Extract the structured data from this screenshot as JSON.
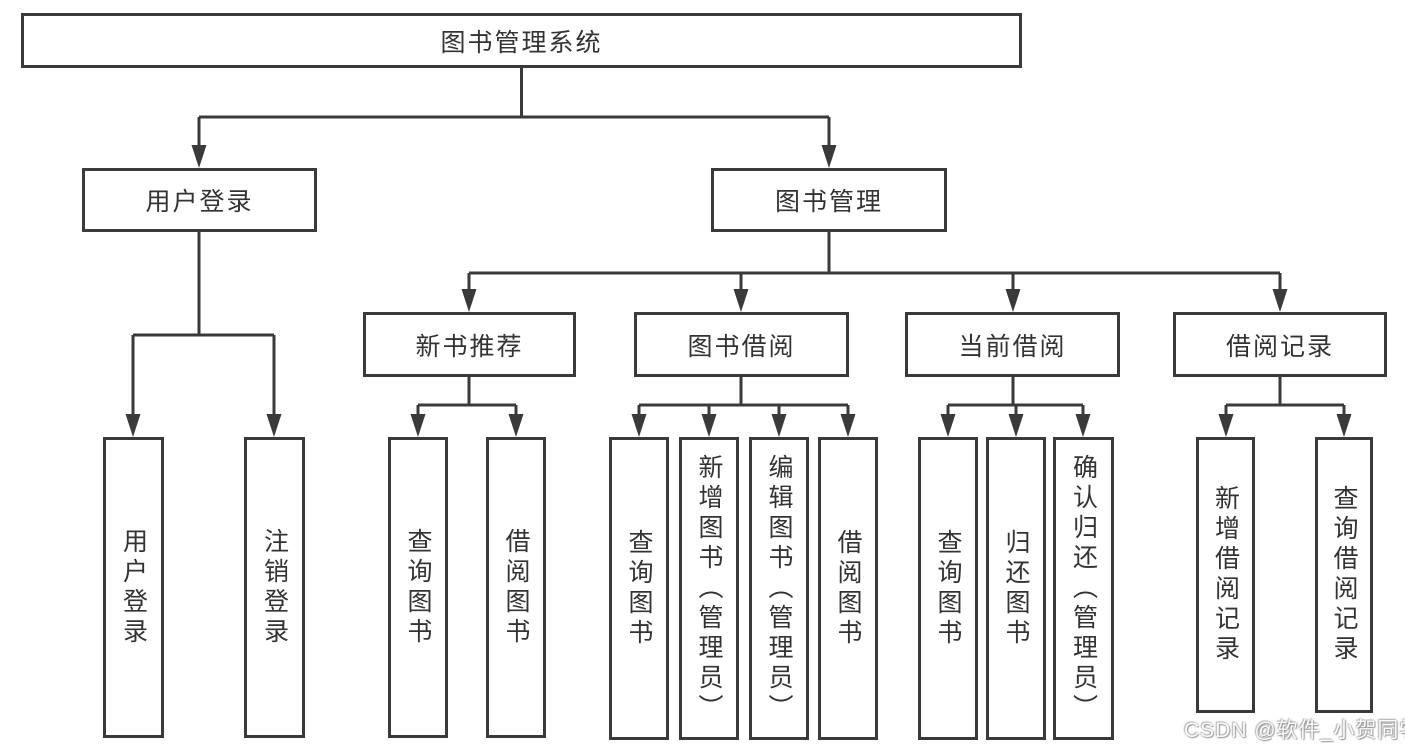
{
  "diagram": {
    "root": "图书管理系统",
    "user_login": {
      "label": "用户登录",
      "children": [
        "用户登录",
        "注销登录"
      ]
    },
    "book_mgmt": {
      "label": "图书管理",
      "sections": [
        {
          "label": "新书推荐",
          "children": [
            "查询图书",
            "借阅图书"
          ]
        },
        {
          "label": "图书借阅",
          "children": [
            "查询图书",
            "新增图书（管理员）",
            "编辑图书（管理员）",
            "借阅图书"
          ]
        },
        {
          "label": "当前借阅",
          "children": [
            "查询图书",
            "归还图书",
            "确认归还（管理员）"
          ]
        },
        {
          "label": "借阅记录",
          "children": [
            "新增借阅记录",
            "查询借阅记录"
          ]
        }
      ]
    }
  },
  "watermark": "CSDN @软件_小贺同学",
  "colors": {
    "line": "#3a3a3a",
    "box_bg": "#ffffff",
    "text": "#333333",
    "watermark": "#ffffff"
  }
}
